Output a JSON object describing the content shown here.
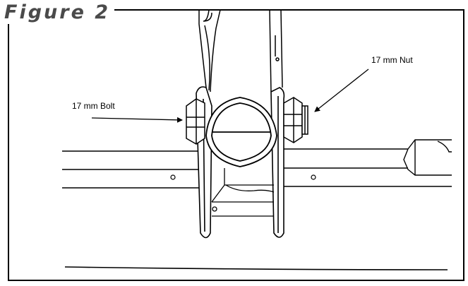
{
  "figure": {
    "title": "Figure 2"
  },
  "labels": {
    "bolt": "17 mm Bolt",
    "nut": "17 mm Nut"
  },
  "colors": {
    "line": "#000000",
    "title": "#4a4a4a",
    "background": "#ffffff"
  }
}
